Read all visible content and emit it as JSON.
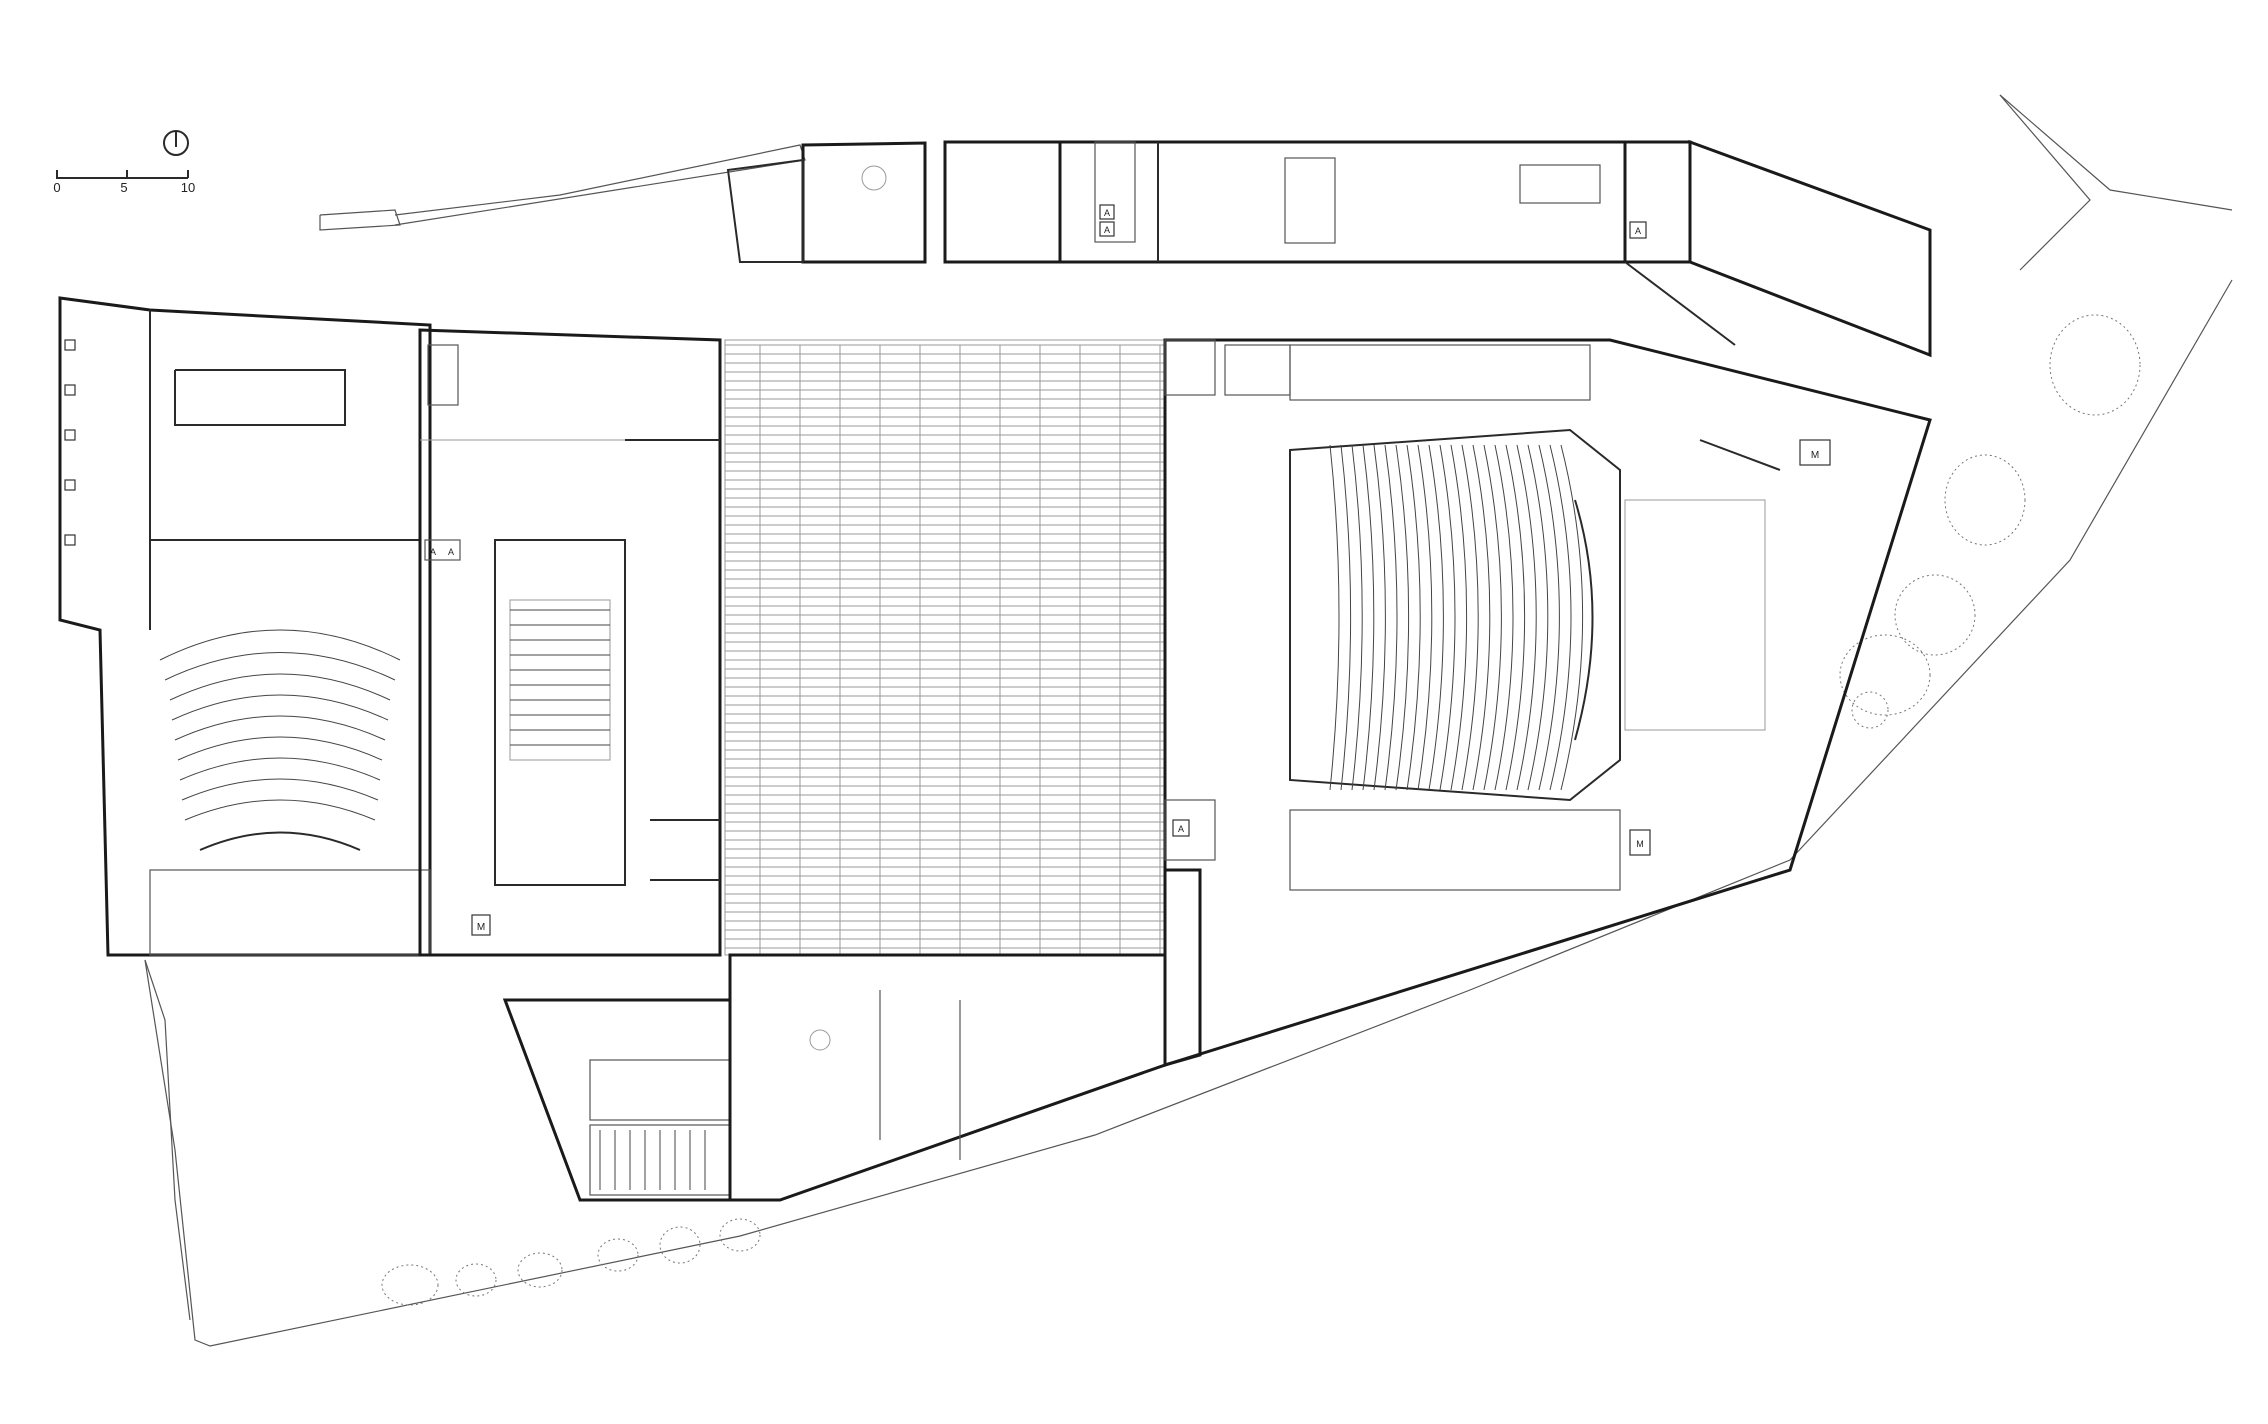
{
  "scale_bar": {
    "ticks": [
      "0",
      "5",
      "10"
    ]
  },
  "labels": {
    "elevator": "A",
    "machine_room": "M"
  },
  "colors": {
    "line": "#1a1a1a",
    "background": "#ffffff"
  }
}
